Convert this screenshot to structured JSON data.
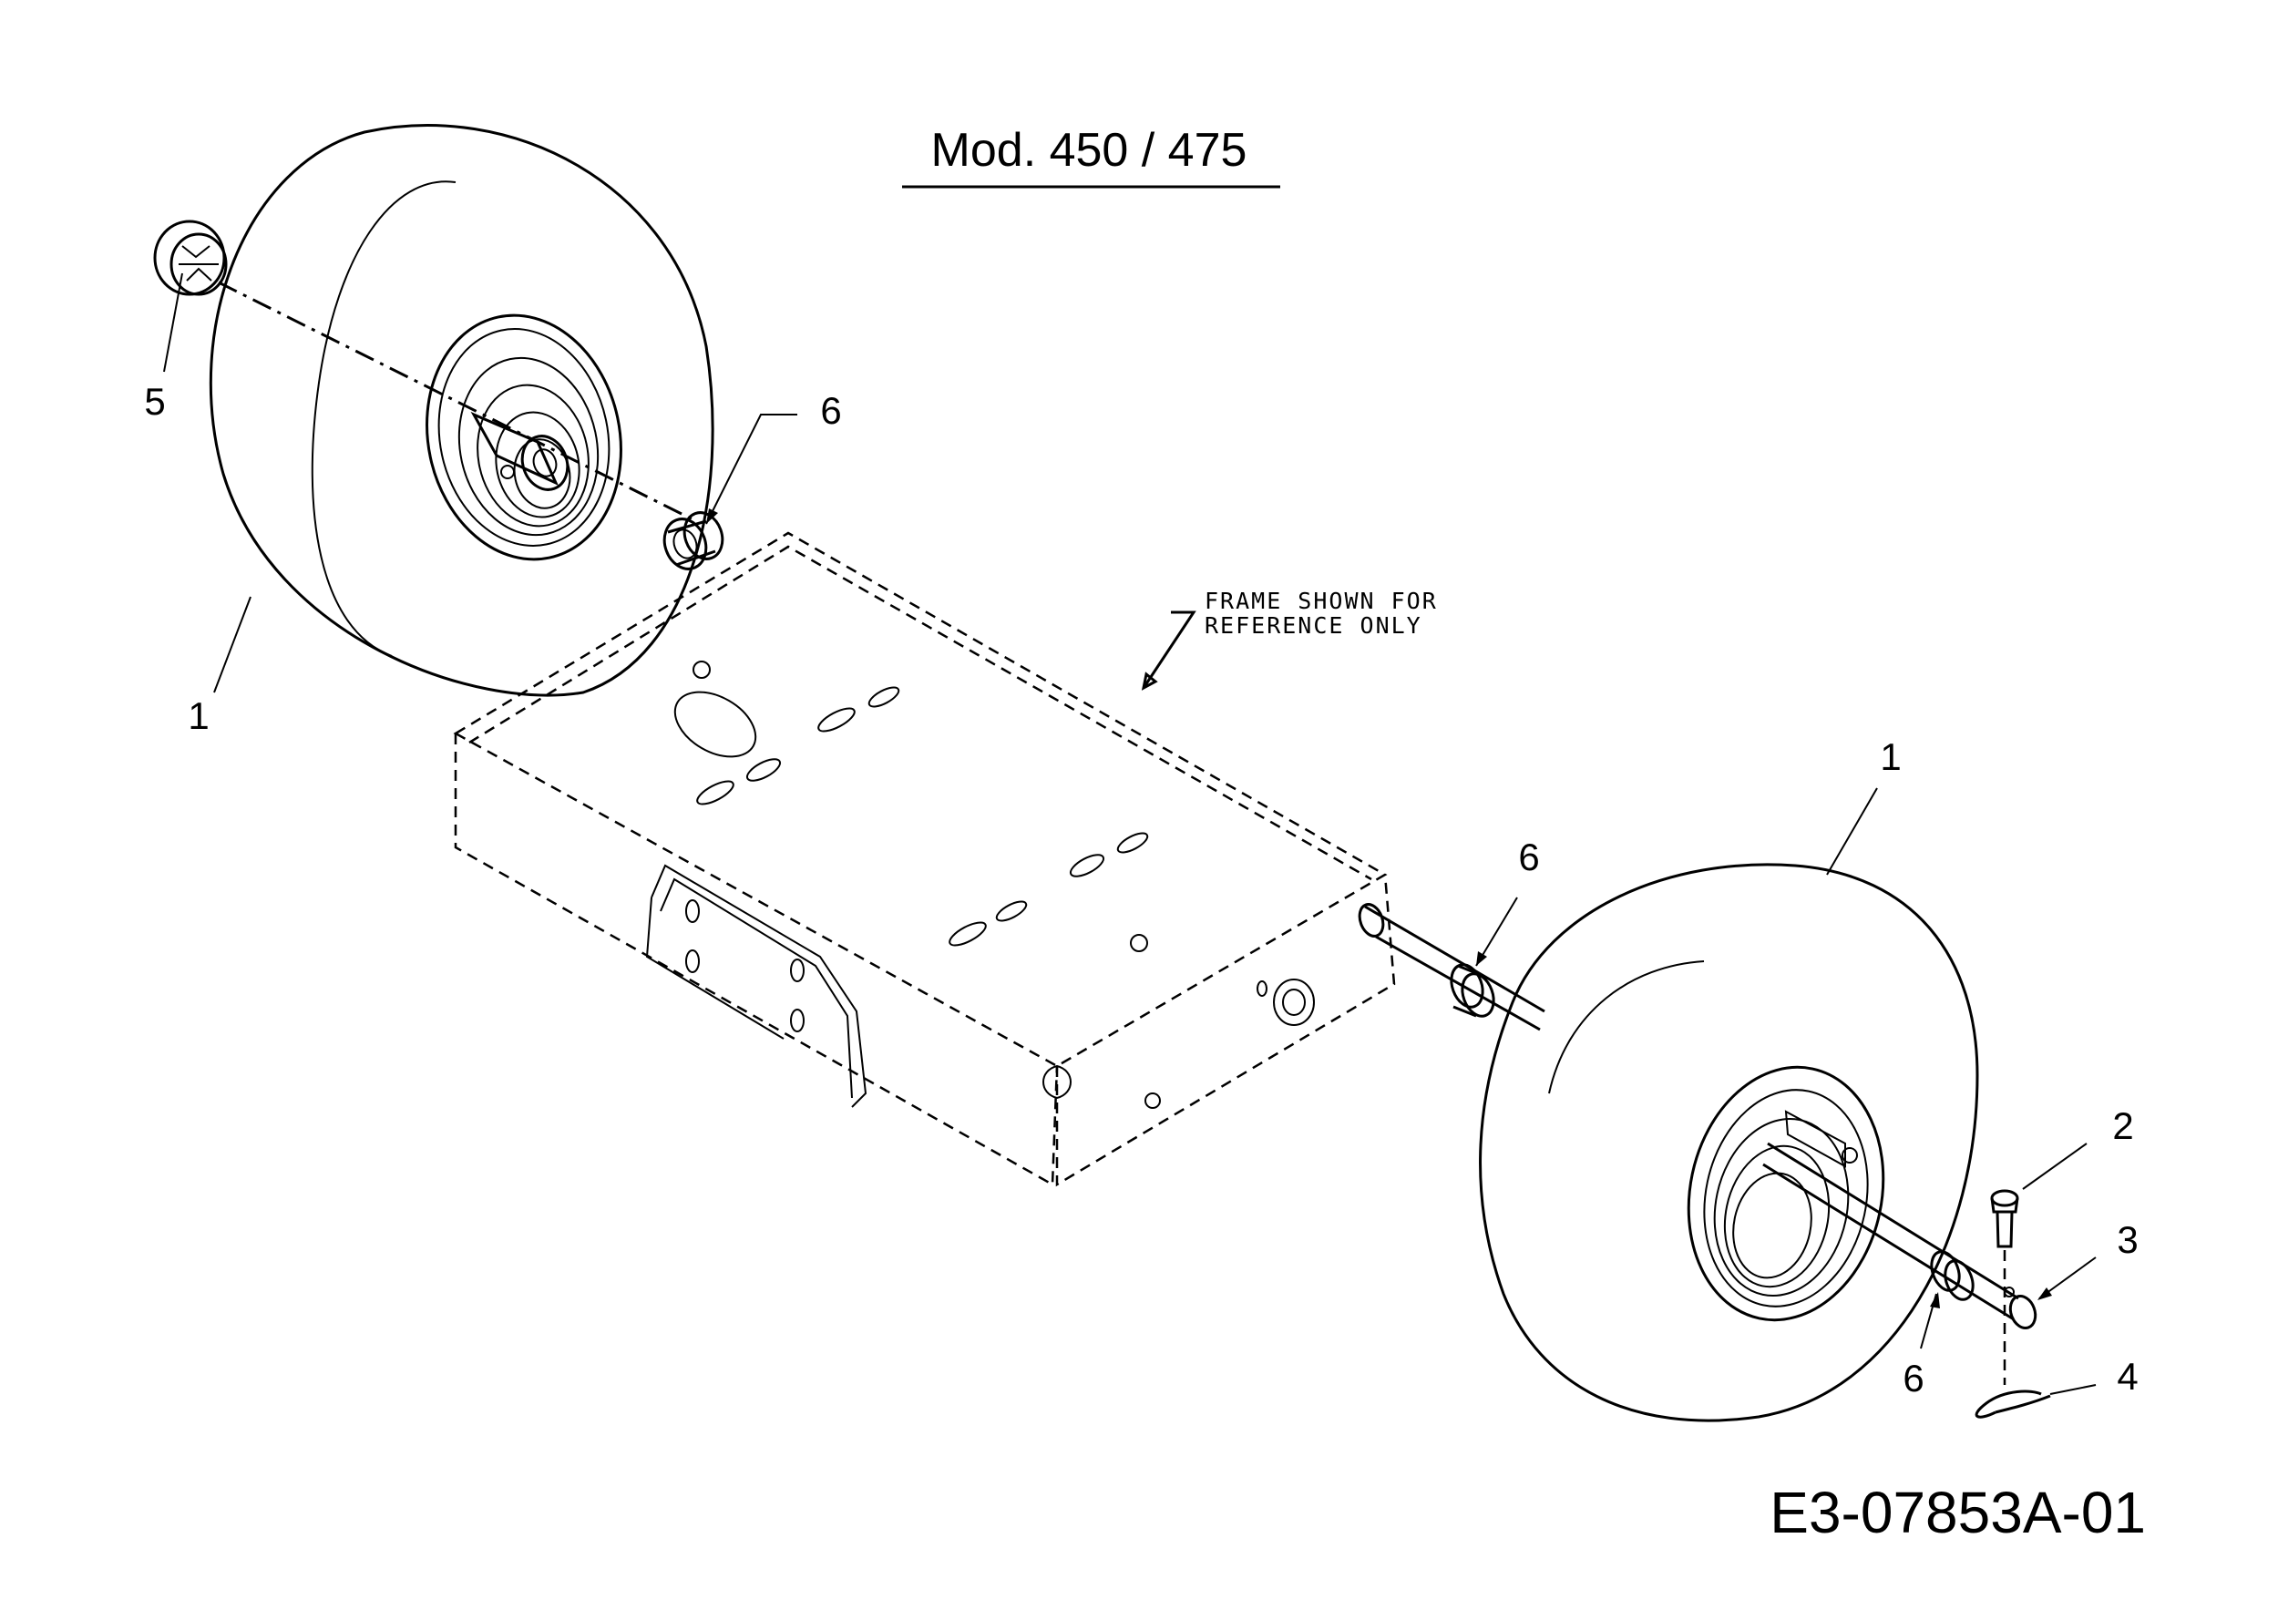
{
  "diagram": {
    "title": "Mod. 450 / 475",
    "drawing_code": "E3-07853A-01",
    "note_lines": [
      "FRAME SHOWN FOR",
      "REFERENCE ONLY"
    ],
    "callouts": {
      "wheel_left": "1",
      "wheel_right": "1",
      "clevis_pin": "2",
      "axle_end": "3",
      "hairpin_clip": "4",
      "cap": "5",
      "spacer_left": "6",
      "spacer_axle_mid": "6",
      "spacer_axle_end": "6"
    }
  }
}
